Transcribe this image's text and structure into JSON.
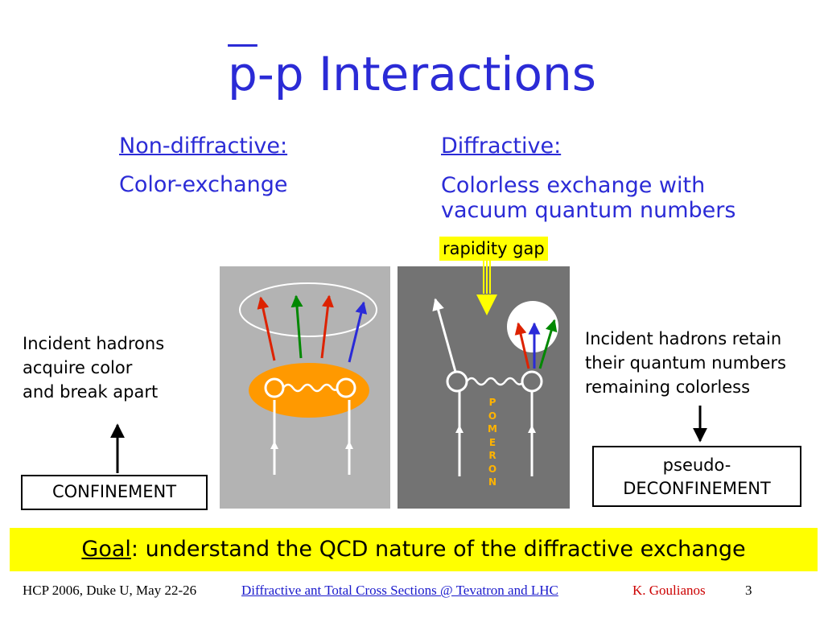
{
  "slide": {
    "title_bar": "p",
    "title_rest": "-p Interactions"
  },
  "left": {
    "heading": "Non-diffractive:",
    "subheading": "Color-exchange",
    "note_lines": [
      "Incident hadrons",
      "acquire color",
      "and break apart"
    ],
    "box_label": "CONFINEMENT"
  },
  "right": {
    "heading": "Diffractive:",
    "subheading_lines": [
      "Colorless exchange with",
      "vacuum quantum numbers"
    ],
    "rapidity_label": "rapidity gap",
    "note_lines": [
      "Incident hadrons retain",
      "their quantum numbers",
      "remaining colorless"
    ],
    "box_lines": [
      "pseudo-",
      "DECONFINEMENT"
    ],
    "pomeron_letters": [
      "P",
      "O",
      "M",
      "E",
      "R",
      "O",
      "N"
    ]
  },
  "goal": {
    "label": "Goal",
    "text": ": understand the QCD nature of the diffractive exchange"
  },
  "footer": {
    "conference": "HCP 2006, Duke U, May 22-26",
    "talk_title": "Diffractive ant Total Cross Sections @ Tevatron and LHC",
    "author": "K. Goulianos",
    "page_number": "3"
  },
  "colors": {
    "text_blue": "#2b2bd6",
    "highlight_yellow": "#ffff00",
    "left_panel": "#b3b3b3",
    "right_panel": "#737373",
    "blob_orange": "#ff9900",
    "gluon_red": "#dd2200",
    "gluon_green": "#008800",
    "gluon_blue": "#2a2ad8"
  }
}
